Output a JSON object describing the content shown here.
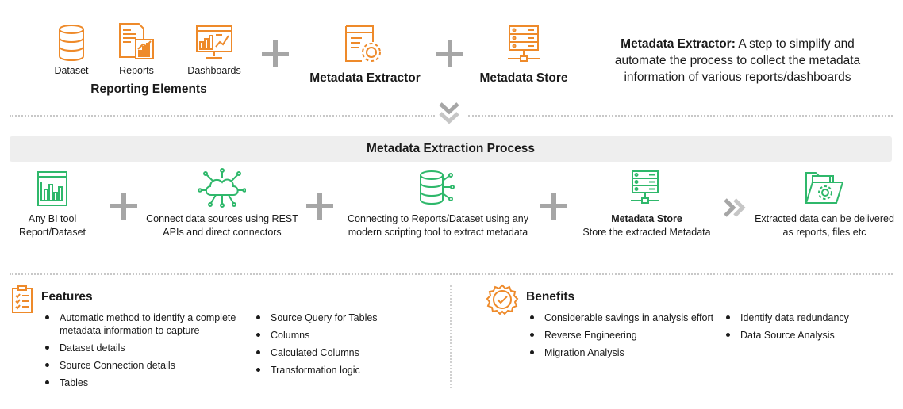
{
  "top": {
    "items": [
      {
        "label": "Dataset",
        "icon": "database-icon"
      },
      {
        "label": "Reports",
        "icon": "report-icon"
      },
      {
        "label": "Dashboards",
        "icon": "dashboard-icon"
      }
    ],
    "reporting_elements": "Reporting Elements",
    "extractor_label": "Metadata Extractor",
    "store_label": "Metadata Store",
    "description_title": "Metadata Extractor:",
    "description_text": " A step to simplify and automate the process to collect the metadata information of various reports/dashboards"
  },
  "process": {
    "title": "Metadata Extraction Process",
    "steps": [
      {
        "title": "",
        "text": "Any BI tool Report/Dataset",
        "icon": "bar-chart-icon"
      },
      {
        "title": "",
        "text": "Connect data sources using REST APIs and direct connectors",
        "icon": "cloud-network-icon"
      },
      {
        "title": "",
        "text": "Connecting to Reports/Dataset using any modern scripting tool to extract metadata",
        "icon": "database-network-icon"
      },
      {
        "title": "Metadata Store",
        "text": "Store the extracted Metadata",
        "icon": "server-icon"
      },
      {
        "title": "",
        "text": "Extracted data can be delivered as reports, files etc",
        "icon": "folder-gear-icon"
      }
    ]
  },
  "features": {
    "title": "Features",
    "col1": [
      "Automatic method to identify a complete metadata information to capture",
      "Dataset details",
      "Source Connection details",
      "Tables"
    ],
    "col2": [
      "Source Query for Tables",
      "Columns",
      "Calculated Columns",
      "Transformation logic"
    ]
  },
  "benefits": {
    "title": "Benefits",
    "col1": [
      "Considerable savings in analysis effort",
      "Reverse Engineering",
      "Migration Analysis"
    ],
    "col2": [
      "Identify data redundancy",
      "Data Source Analysis"
    ]
  },
  "colors": {
    "orange": "#ee8a2a",
    "green": "#2fb86b",
    "gray": "#a6a6a6",
    "band": "#eeeeee"
  }
}
